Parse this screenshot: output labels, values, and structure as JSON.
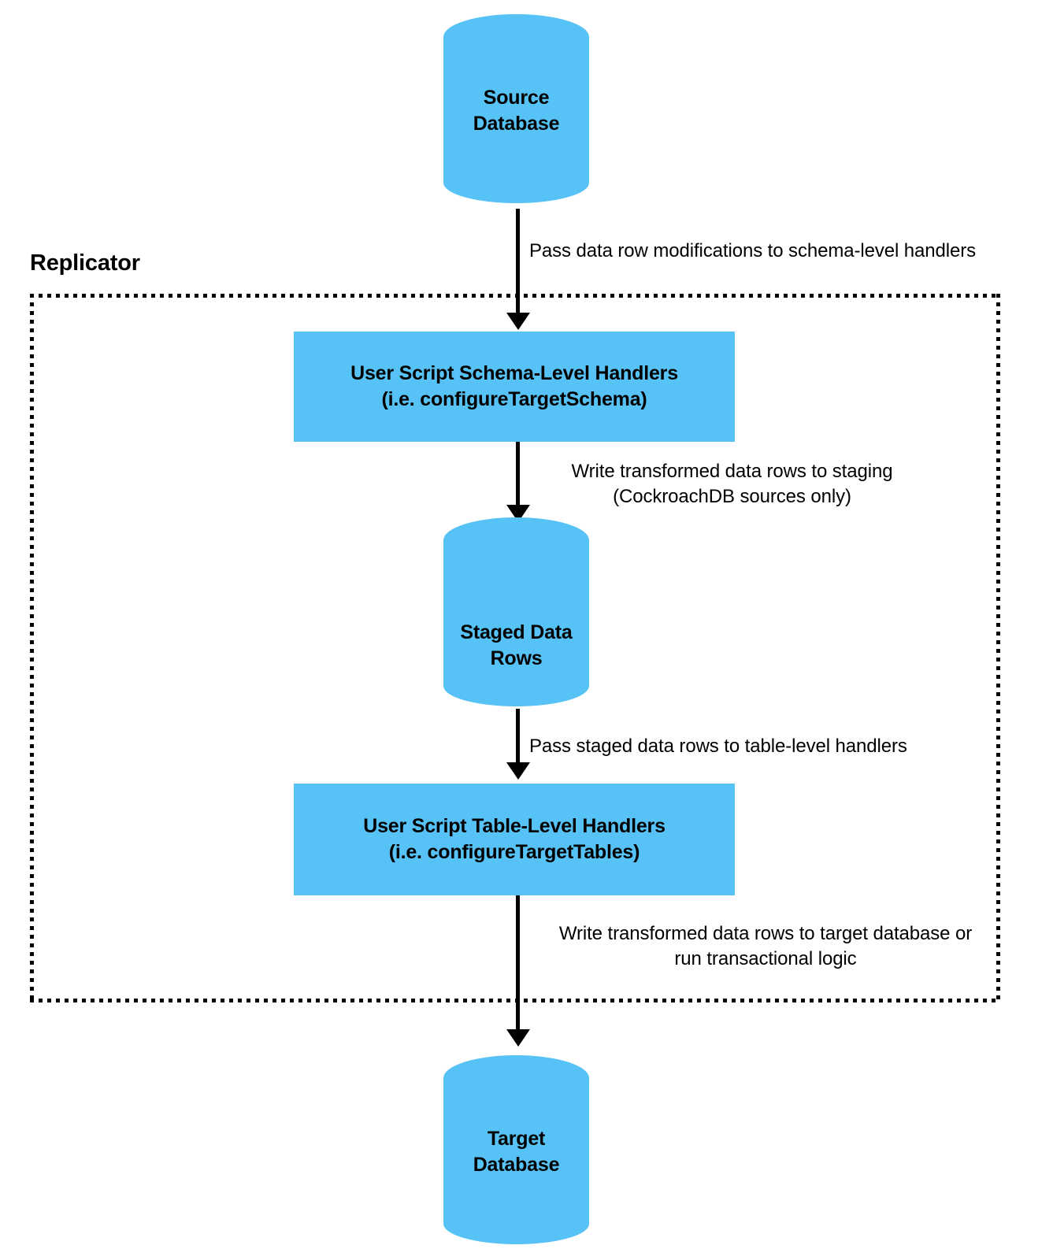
{
  "diagram": {
    "title_group": "Replicator",
    "colors": {
      "node_fill": "#56c2f5",
      "stroke": "#000000",
      "background": "#ffffff"
    },
    "nodes": {
      "source_database": {
        "type": "cylinder",
        "label": "Source\nDatabase"
      },
      "schema_handlers": {
        "type": "process",
        "label": "User Script Schema-Level Handlers\n(i.e. configureTargetSchema)"
      },
      "staged_rows": {
        "type": "cylinder",
        "label": "Staged Data\nRows"
      },
      "table_handlers": {
        "type": "process",
        "label": "User Script Table-Level Handlers\n(i.e. configureTargetTables)"
      },
      "target_database": {
        "type": "cylinder",
        "label": "Target\nDatabase"
      }
    },
    "edges": {
      "source_to_schema": {
        "label": "Pass data row modifications to schema-level handlers"
      },
      "schema_to_staged": {
        "label": "Write transformed data rows to staging\n(CockroachDB sources only)"
      },
      "staged_to_table": {
        "label": "Pass staged data rows to table-level handlers"
      },
      "table_to_target": {
        "label": "Write transformed data rows to target database or\nrun transactional logic"
      }
    }
  }
}
